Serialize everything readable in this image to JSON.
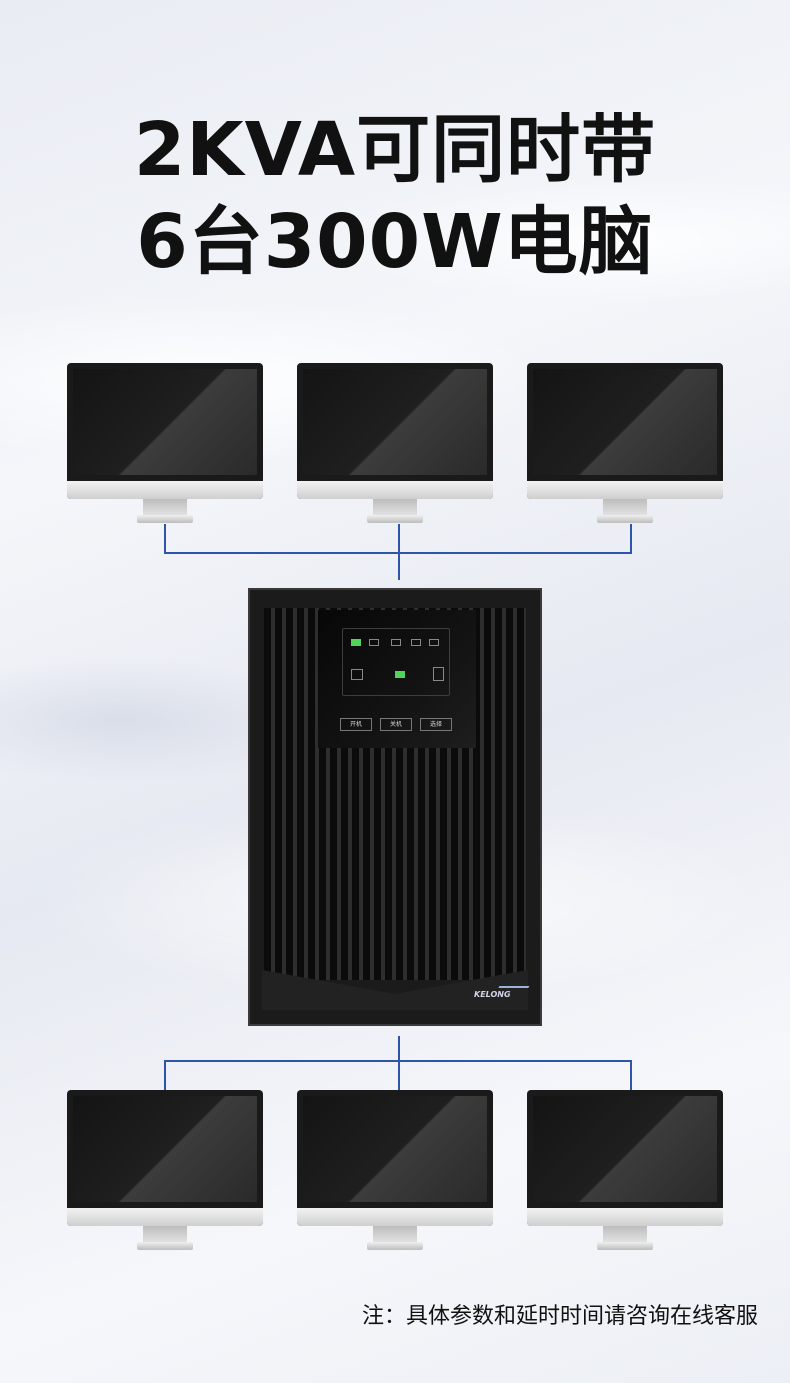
{
  "headline": {
    "line1": "2KVA可同时带",
    "line2": "6台300W电脑"
  },
  "ups": {
    "buttons": [
      "开机",
      "关机",
      "选择"
    ],
    "brand": "KELONG"
  },
  "footnote": "注：具体参数和延时时间请咨询在线客服",
  "colors": {
    "wire": "#2f55a8",
    "headline": "#111111"
  }
}
